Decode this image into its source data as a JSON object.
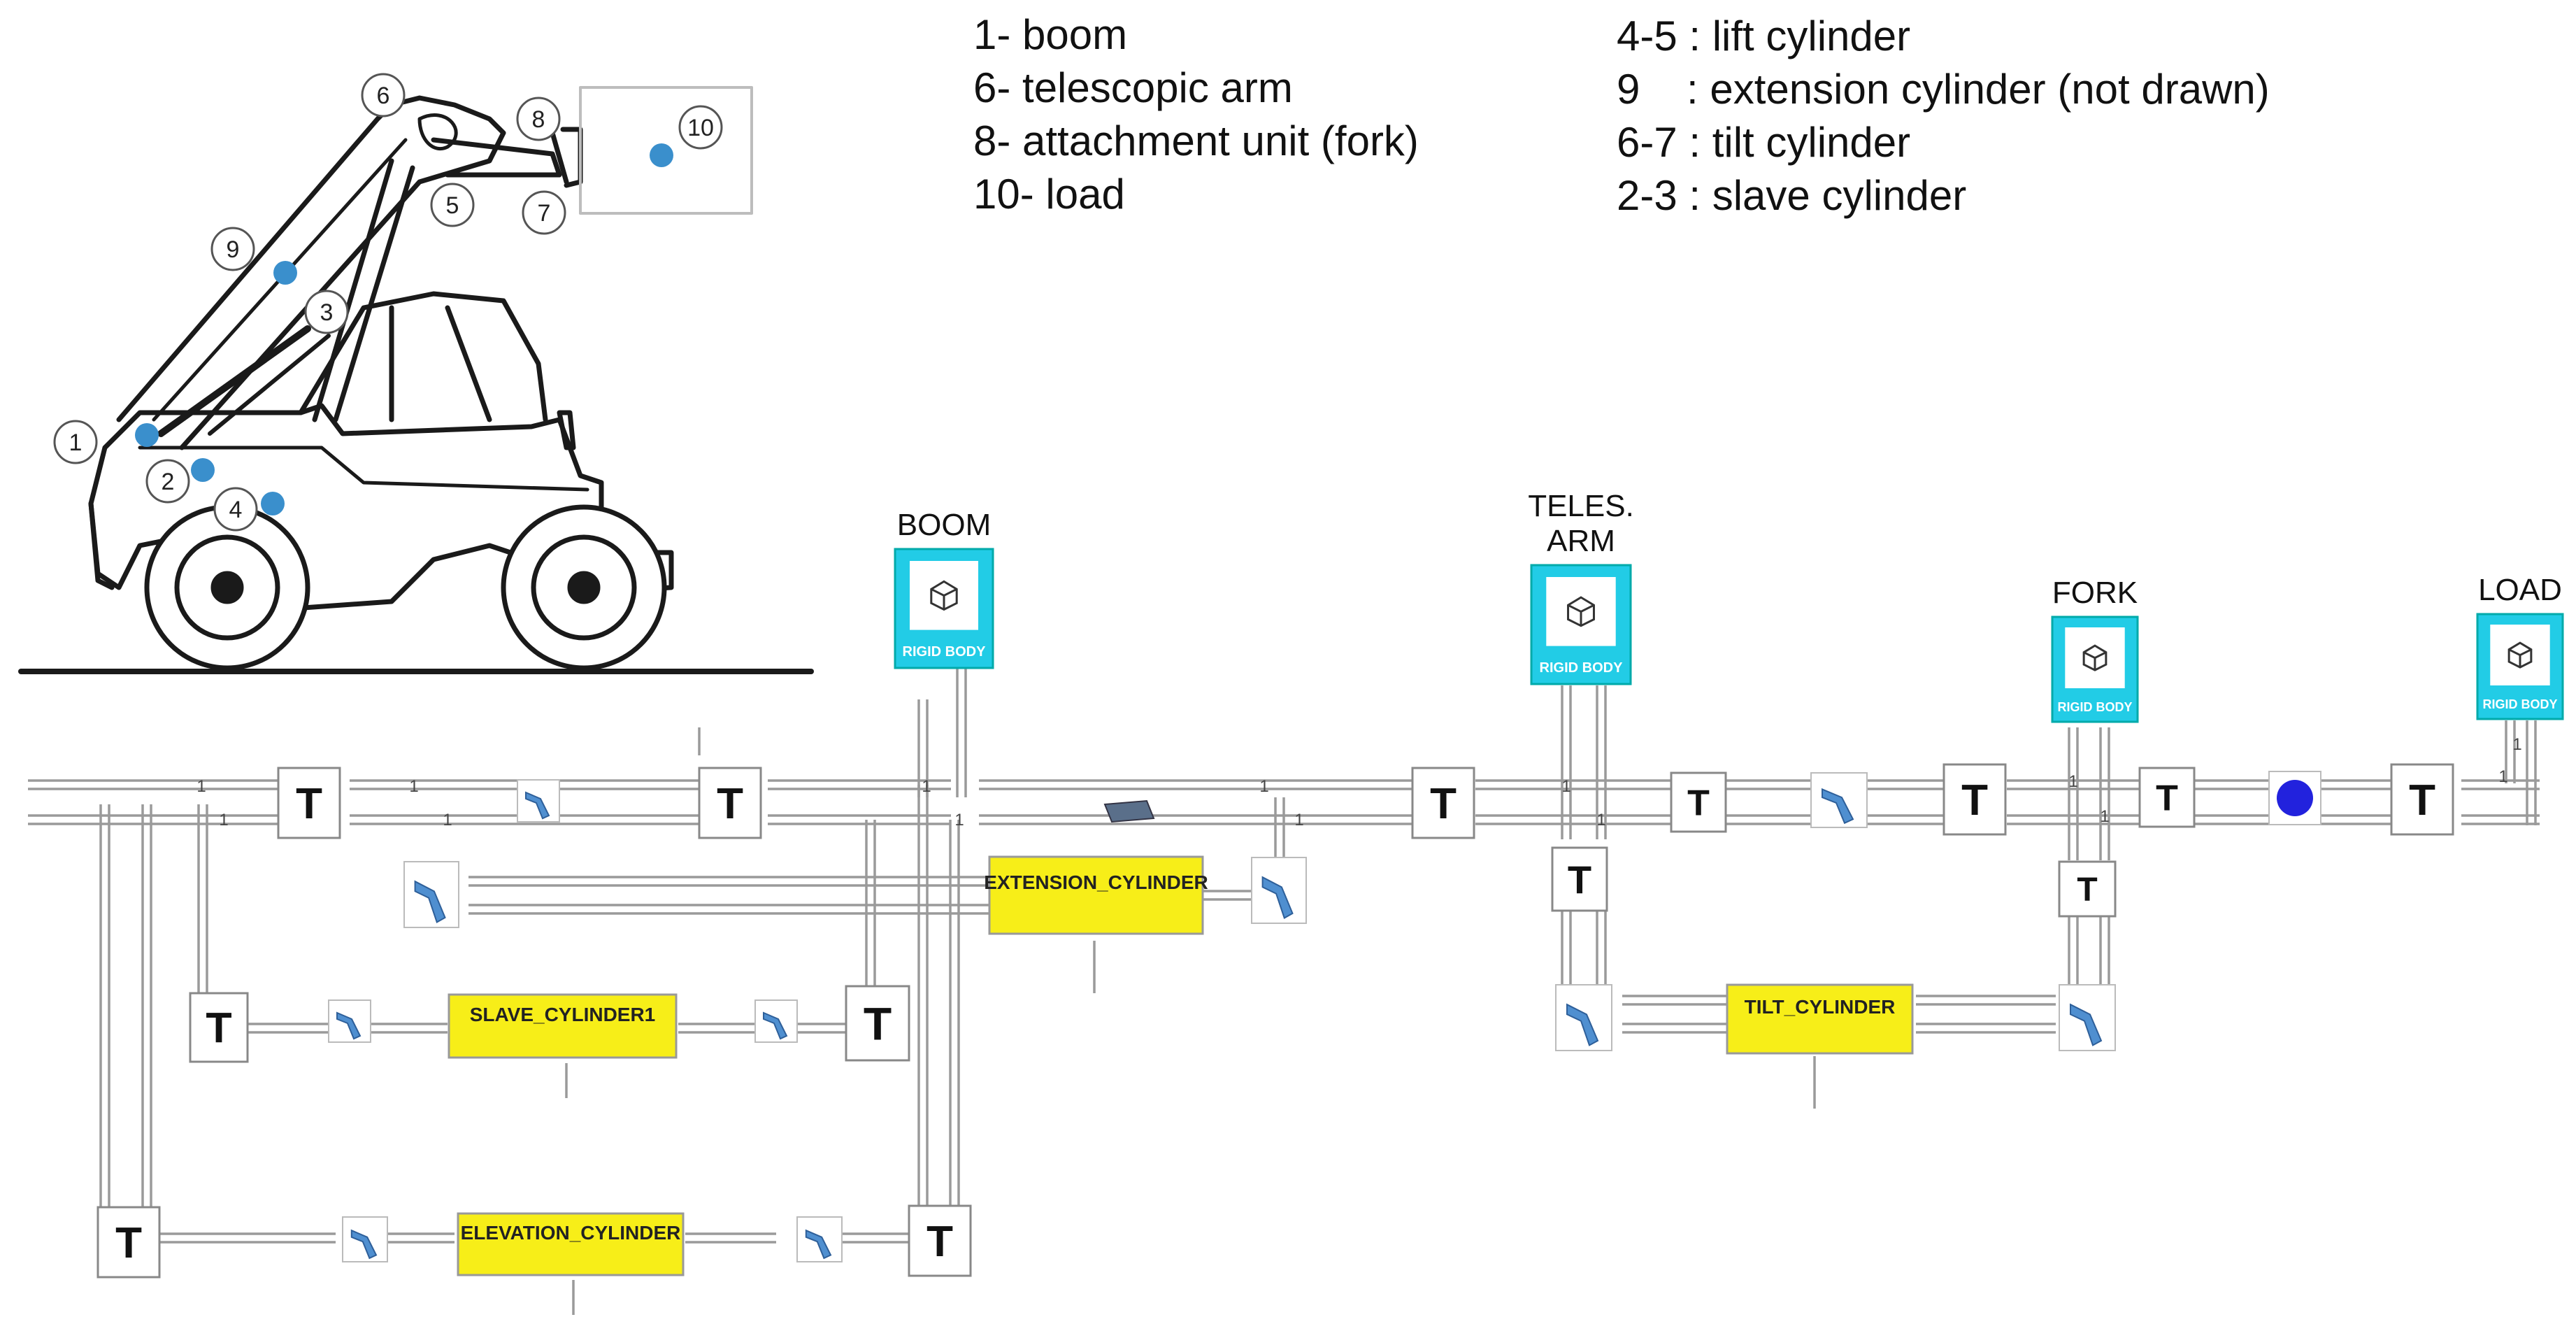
{
  "legend_left": [
    "1- boom",
    "6- telescopic arm",
    "8- attachment unit (fork)",
    "10- load"
  ],
  "legend_right": [
    "4-5 : lift cylinder",
    "9    : extension cylinder (not drawn)",
    "6-7 : tilt cylinder",
    "2-3 : slave cylinder"
  ],
  "callouts": [
    "1",
    "2",
    "3",
    "4",
    "5",
    "6",
    "7",
    "8",
    "9",
    "10"
  ],
  "body_labels": {
    "boom": "BOOM",
    "teles_1": "TELES.",
    "teles_2": "ARM",
    "fork": "FORK",
    "load": "LOAD"
  },
  "body_caption": "RIGID BODY",
  "transform_glyph": "T",
  "cylinders": {
    "extension": "EXTENSION_CYLINDER",
    "slave": "SLAVE_CYLINDER1",
    "elevation": "ELEVATION_CYLINDER",
    "tilt": "TILT_CYLINDER"
  },
  "port_one": "1",
  "colors": {
    "cyan": "#22cce6",
    "yellow": "#f7ee18",
    "dot_blue": "#3a8fcc",
    "joint_blue": "#2222dd",
    "line": "#9a9a9a"
  }
}
